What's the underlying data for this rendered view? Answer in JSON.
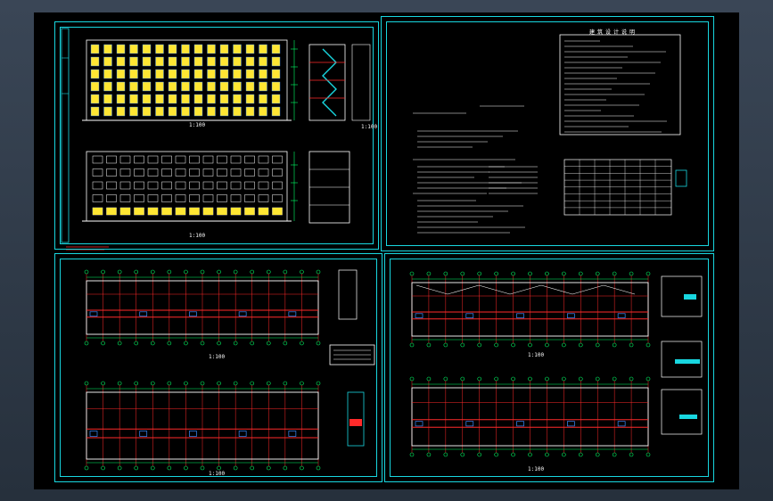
{
  "colors": {
    "background": "#000000",
    "frame": "#18d7e0",
    "wall": "#ff2a2a",
    "dimension": "#00ff66",
    "window_fill": "#ffe633",
    "outline": "#3c8cff",
    "text": "#ffffff"
  },
  "sheets": {
    "elevations": {
      "north_scale": "1:100",
      "south_scale": "1:100",
      "section_scale": "1:100"
    },
    "notes": {
      "title": "建筑设计说明"
    },
    "plans_left": {
      "upper_scale": "1:100",
      "lower_scale": "1:100"
    },
    "plans_right": {
      "upper_scale": "1:100",
      "lower_scale": "1:100"
    }
  }
}
